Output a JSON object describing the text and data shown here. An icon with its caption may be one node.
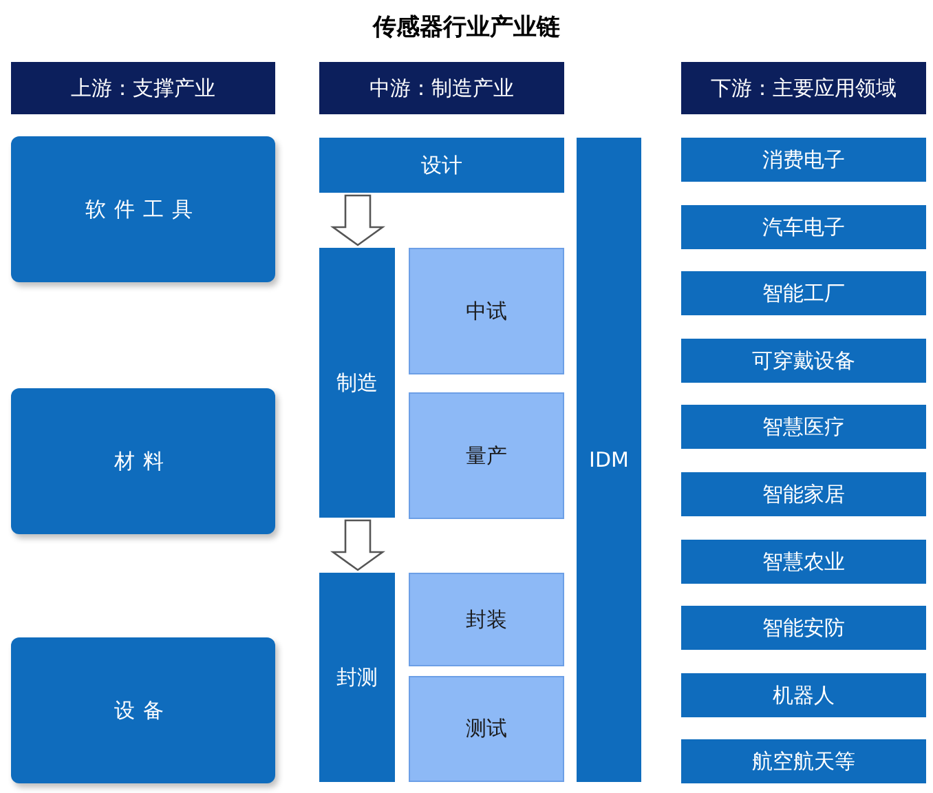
{
  "diagram": {
    "title": "传感器行业产业链",
    "nodes": [
      {
        "text": [
          "上游：支撑产业"
        ]
      },
      {
        "text": [
          "软件工具"
        ]
      },
      {
        "text": [
          "材料"
        ]
      },
      {
        "text": [
          "设备"
        ]
      },
      {
        "text": [
          "中游：制造产业"
        ]
      },
      {
        "text": [
          "设计"
        ]
      },
      {
        "text": [
          "制造"
        ]
      },
      {
        "text": [
          "中试"
        ]
      },
      {
        "text": [
          "量产"
        ]
      },
      {
        "text": [
          "封测"
        ]
      },
      {
        "text": [
          "封装"
        ]
      },
      {
        "text": [
          "测试"
        ]
      },
      {
        "text": [
          "IDM"
        ]
      },
      {
        "text": [
          "下游：主要应用领域"
        ]
      },
      {
        "text": [
          "消费电子"
        ]
      },
      {
        "text": [
          "汽车电子"
        ]
      },
      {
        "text": [
          "智能工厂"
        ]
      },
      {
        "text": [
          "可穿戴设备"
        ]
      },
      {
        "text": [
          "智慧医疗"
        ]
      },
      {
        "text": [
          "智能家居"
        ]
      },
      {
        "text": [
          "智慧农业"
        ]
      },
      {
        "text": [
          "智能安防"
        ]
      },
      {
        "text": [
          "机器人"
        ]
      },
      {
        "text": [
          "航空航天等"
        ]
      }
    ],
    "edges": [
      {
        "from": 5,
        "to": 6,
        "arrow": "to"
      },
      {
        "from": 6,
        "to": 9,
        "arrow": "to"
      }
    ]
  }
}
